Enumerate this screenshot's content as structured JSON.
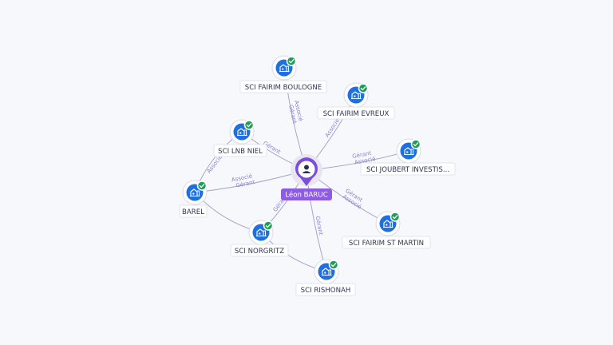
{
  "center": {
    "name": "Léon BARUC"
  },
  "companies": [
    {
      "id": "boulogne",
      "name": "SCI FAIRIM BOULOGNE"
    },
    {
      "id": "evreux",
      "name": "SCI FAIRIM EVREUX"
    },
    {
      "id": "lnb",
      "name": "SCI LNB NIEL"
    },
    {
      "id": "joubert",
      "name": "SCI JOUBERT INVESTIS..."
    },
    {
      "id": "barel",
      "name": "BAREL"
    },
    {
      "id": "stmartin",
      "name": "SCI FAIRIM ST MARTIN"
    },
    {
      "id": "norgritz",
      "name": "SCI NORGRITZ"
    },
    {
      "id": "rishonah",
      "name": "SCI RISHONAH"
    }
  ],
  "links": [
    {
      "to": "boulogne",
      "roles": [
        "Gérant",
        "Associé"
      ]
    },
    {
      "to": "evreux",
      "roles": [
        "Associé"
      ]
    },
    {
      "to": "lnb",
      "roles": [
        "Gérant"
      ]
    },
    {
      "to": "joubert",
      "roles": [
        "Gérant",
        "Associé"
      ]
    },
    {
      "to": "barel",
      "roles": [
        "Gérant",
        "Associé"
      ]
    },
    {
      "to": "stmartin",
      "roles": [
        "Gérant",
        "Associé"
      ]
    },
    {
      "to": "norgritz",
      "roles": [
        "Gérant"
      ]
    },
    {
      "to": "rishonah",
      "roles": [
        "Gérant"
      ]
    }
  ],
  "cross_links": [
    {
      "from": "lnb",
      "to": "barel",
      "roles": [
        "Associé"
      ]
    },
    {
      "from": "barel",
      "to": "norgritz",
      "roles": []
    },
    {
      "from": "norgritz",
      "to": "rishonah",
      "roles": []
    }
  ],
  "colors": {
    "accent": "#7c4ddc",
    "node": "#1f6fe0",
    "verified": "#1e9e57",
    "edge": "#a9a3c9"
  },
  "icons": {
    "company": "building-icon",
    "verified": "check-badge-icon",
    "person": "person-icon"
  }
}
